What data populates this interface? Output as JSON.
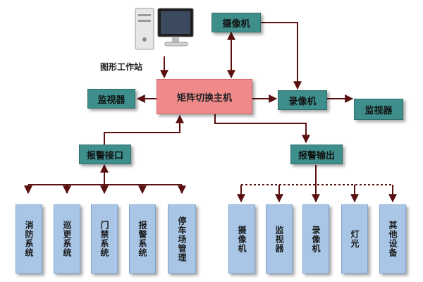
{
  "workstation_label": "图形工作站",
  "matrix": "矩阵切换主机",
  "camera_top": "摄像机",
  "monitor_left": "监视器",
  "recorder": "录像机",
  "monitor_right": "监视器",
  "alarm_interface": "报警接口",
  "alarm_output": "报警输出",
  "inputs": [
    "消防系统",
    "巡更系统",
    "门禁系统",
    "报警系统",
    "停车场管理"
  ],
  "outputs": [
    "摄像机",
    "监视器",
    "录像机",
    "灯光",
    "其他设备"
  ],
  "colors": {
    "teal": "#3e8f8c",
    "pink": "#f08a8a",
    "blue": "#a9c6e6",
    "wire": "#5a1010"
  }
}
